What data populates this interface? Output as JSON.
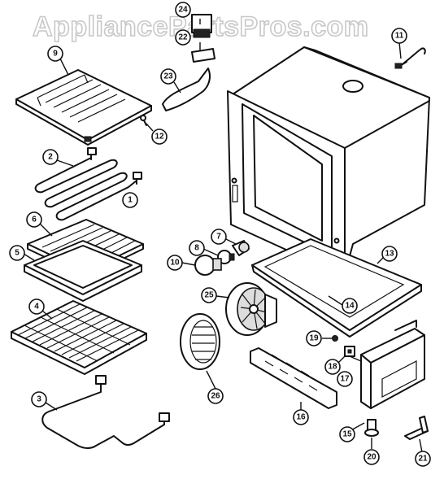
{
  "watermark": "AppliancePartsPros.com",
  "callouts": [
    {
      "label": "24"
    },
    {
      "label": "22"
    },
    {
      "label": "23"
    },
    {
      "label": "9"
    },
    {
      "label": "12"
    },
    {
      "label": "11"
    },
    {
      "label": "2"
    },
    {
      "label": "1"
    },
    {
      "label": "6"
    },
    {
      "label": "5"
    },
    {
      "label": "7"
    },
    {
      "label": "8"
    },
    {
      "label": "10"
    },
    {
      "label": "13"
    },
    {
      "label": "25"
    },
    {
      "label": "14"
    },
    {
      "label": "4"
    },
    {
      "label": "19"
    },
    {
      "label": "18"
    },
    {
      "label": "17"
    },
    {
      "label": "26"
    },
    {
      "label": "3"
    },
    {
      "label": "16"
    },
    {
      "label": "15"
    },
    {
      "label": "20"
    },
    {
      "label": "21"
    }
  ]
}
